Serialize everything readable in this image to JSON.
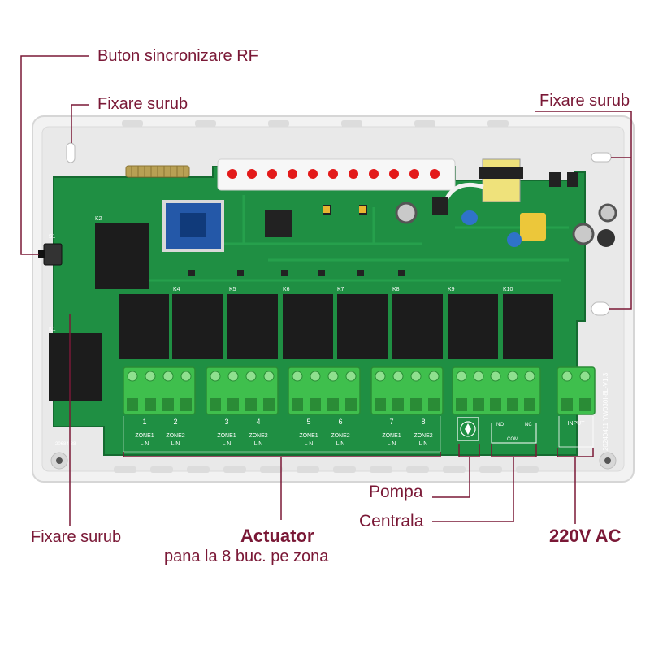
{
  "labels": {
    "rf_button": "Buton sincronizare RF",
    "screw_top_left": "Fixare surub",
    "screw_top_right": "Fixare surub",
    "screw_bottom_left": "Fixare surub",
    "pump": "Pompa",
    "boiler": "Centrala",
    "actuator_title": "Actuator",
    "actuator_sub": "pana la 8 buc. pe zona",
    "power": "220V AC"
  },
  "board": {
    "zones": [
      {
        "num": "1",
        "name": "ZONE1"
      },
      {
        "num": "2",
        "name": "ZONE2"
      },
      {
        "num": "3",
        "name": "ZONE1"
      },
      {
        "num": "4",
        "name": "ZONE2"
      },
      {
        "num": "5",
        "name": "ZONE1"
      },
      {
        "num": "6",
        "name": "ZONE2"
      },
      {
        "num": "7",
        "name": "ZONE1"
      },
      {
        "num": "8",
        "name": "ZONE2"
      }
    ],
    "ln_label": "L  N",
    "relay_labels": [
      "K4",
      "K5",
      "K6",
      "K7",
      "K8",
      "K9",
      "K10"
    ],
    "input_label": "INPUT",
    "no_label": "NO",
    "nc_label": "NC",
    "com_label": "COM",
    "version_text": "20240411 YW030I-8L-V1.3",
    "small_code": "20684-88",
    "k1_label": "K1",
    "k2_label": "K2",
    "s1_label": "S1"
  },
  "colors": {
    "label": "#7a1836",
    "pcb": "#1f8f43",
    "terminal": "#3fbf4d",
    "relay": "#1c1c1c",
    "led": "#e31a1a"
  }
}
